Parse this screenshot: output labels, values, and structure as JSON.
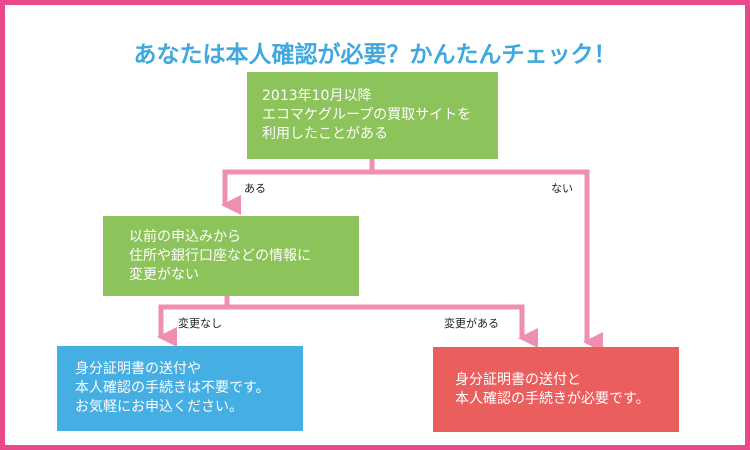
{
  "title": "あなたは本人確認が必要？かんたんチェック！",
  "nodes": {
    "start": {
      "lines": [
        "2013年10月以降",
        "エコマケグループの買取サイトを",
        "利用したことがある"
      ]
    },
    "previous_application": {
      "lines": [
        "以前の申込みから",
        "住所や銀行口座などの情報に",
        "変更がない"
      ]
    },
    "verification_not_required": {
      "lines": [
        "身分証明書の送付や",
        "本人確認の手続きは不要です。",
        "お気軽にお申込ください。"
      ]
    },
    "verification_required": {
      "lines": [
        "身分証明書の送付と",
        "本人確認の手続きが必要です。"
      ]
    }
  },
  "edge_labels": {
    "yes": "ある",
    "no": "ない",
    "no_change": "変更なし",
    "has_change": "変更がある"
  },
  "colors": {
    "border": "#e8488c",
    "title": "#3ea8df",
    "question_box": "#8cc35a",
    "not_required_box": "#45aee3",
    "required_box": "#eb5e5e",
    "connector": "#ee8fb2"
  }
}
